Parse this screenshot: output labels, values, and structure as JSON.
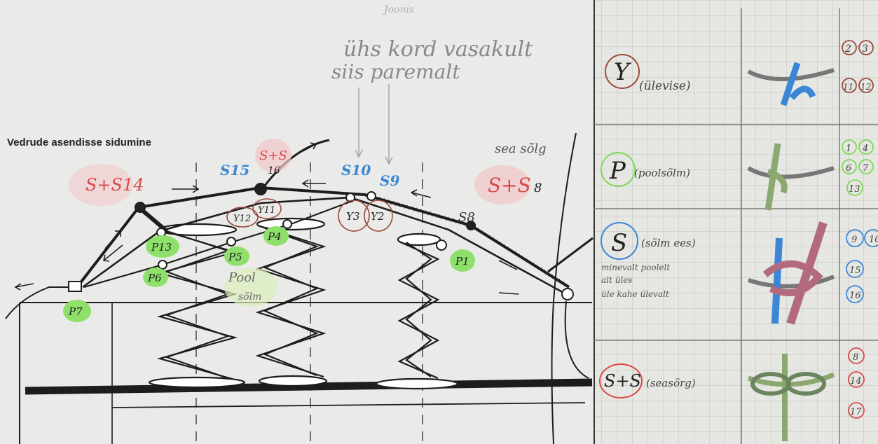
{
  "colors": {
    "paper_left": "#f3f3f1",
    "paper_right": "#e4e5e0",
    "ink": "#1d1d1d",
    "pencil": "#8a8a8a",
    "green": "#7ed957",
    "red": "#d94a4a",
    "blue": "#3b86d6",
    "brown": "#9b4a3d"
  },
  "diagram": {
    "title": "Vedrude asendisse sidumine",
    "top_note_1": "ühs kord vasakult",
    "top_note_2": "siis paremalt",
    "top_note_faint": "Joonis",
    "seasorg_note": "sea sõlg",
    "labels": {
      "s15": "S15",
      "s10": "S10",
      "s9": "S9",
      "s8": "S8",
      "ss16": "S+S",
      "ss16_num": "16",
      "ss14": "S+S14",
      "ss8": "S+S",
      "ss8_num": "8",
      "y12": "Y12",
      "y11": "Y11",
      "y3": "Y3",
      "y2": "Y2",
      "p13": "P13",
      "p6": "P6",
      "p7": "P7",
      "p5": "P5",
      "p4": "P4",
      "p1": "P1",
      "pool1": "Pool",
      "pool2": "sõlm"
    }
  },
  "legend": {
    "rows": [
      {
        "symbol": "Y",
        "desc": "(ülevise)",
        "nums": [
          "2",
          "3",
          "11",
          "12"
        ]
      },
      {
        "symbol": "P",
        "desc": "(poolsõlm)",
        "nums": [
          "1",
          "4",
          "6",
          "7",
          "13"
        ]
      },
      {
        "symbol": "S",
        "desc": "(sõlm ees)",
        "note1": "minevalt poolelt",
        "note2": "alt üles",
        "note3": "üle kahe ülevalt",
        "nums": [
          "9",
          "10",
          "15",
          "16"
        ]
      },
      {
        "symbol": "S+S",
        "desc": "(seasõrg)",
        "nums": [
          "8",
          "14",
          "17"
        ]
      }
    ]
  }
}
